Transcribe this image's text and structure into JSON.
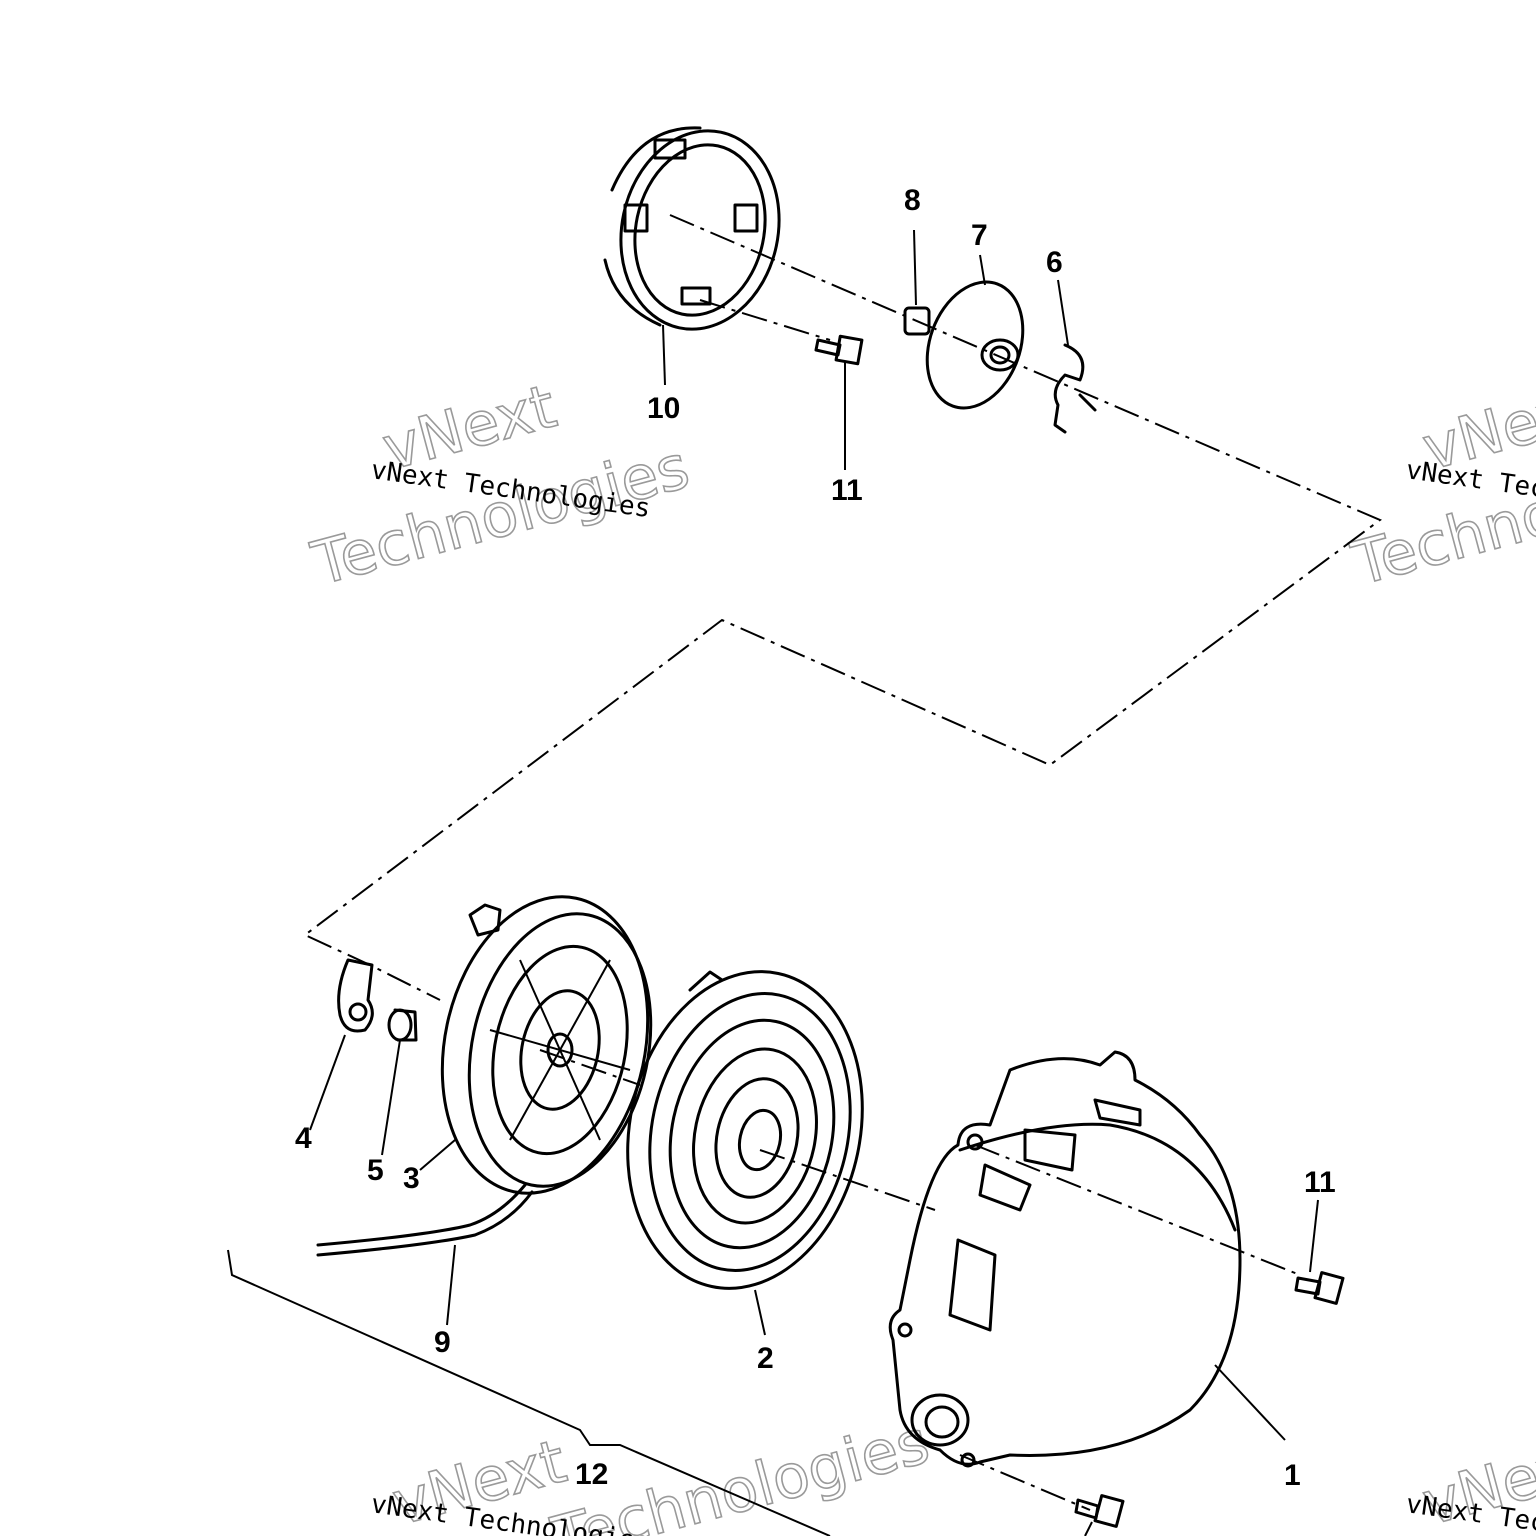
{
  "callouts": {
    "c1": "1",
    "c2": "2",
    "c3": "3",
    "c4": "4",
    "c5": "5",
    "c6": "6",
    "c7": "7",
    "c8": "8",
    "c9": "9",
    "c10": "10",
    "c11a": "11",
    "c11b": "11",
    "c12": "12"
  },
  "watermark": {
    "line": "vNext Technologies",
    "word1": "vNext",
    "word2": "Technologies"
  }
}
